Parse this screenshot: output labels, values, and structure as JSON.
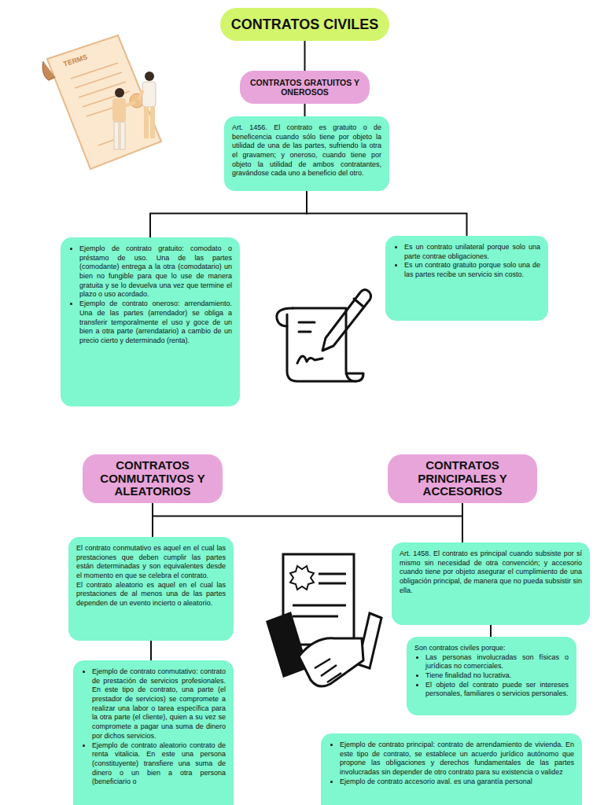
{
  "diagram": {
    "nodes": [
      {
        "text": [
          "CONTRATOS CIVILES"
        ]
      },
      {
        "text": [
          "CONTRATOS GRATUITOS Y ONEROSOS"
        ]
      },
      {
        "text": [
          "Art. 1456. El contrato es gratuito o de beneficencia cuando sólo tiene por objeto la utilidad de una de las partes, sufriendo la otra el gravamen; y oneroso, cuando tiene por objeto la utilidad de ambos contratantes, gravándose cada uno a beneficio del otro."
        ]
      },
      {
        "text": [
          "Ejemplo de contrato gratuito: comodato o préstamo de uso. Una de las partes (comodante) entrega a la otra (comodatario) un bien no fungible para que lo use de manera gratuita y se lo devuelva una vez que termine el plazo o uso acordado.",
          "Ejemplo de contrato oneroso: arrendamiento. Una de las partes (arrendador) se obliga a transferir temporalmente el uso y goce de un bien a otra parte (arrendatario) a cambio de un precio cierto y determinado (renta)."
        ]
      },
      {
        "text": [
          "Es un contrato unilateral porque solo una parte contrae obligaciones.",
          "Es un contrato gratuito porque solo una de las partes recibe un servicio sin costo."
        ]
      },
      {
        "text": [
          "CONTRATOS CONMUTATIVOS Y ALEATORIOS"
        ]
      },
      {
        "text": [
          "CONTRATOS PRINCIPALES Y ACCESORIOS"
        ]
      },
      {
        "text": [
          "El contrato conmutativo es aquel en el cual las prestaciones que deben cumplir las partes están determinadas y son equivalentes desde el momento en que se celebra el contrato.",
          "El contrato aleatorio es aquel en el cual las prestaciones de al menos una de las partes dependen de un evento incierto o aleatorio."
        ]
      },
      {
        "text": [
          "Ejemplo de contrato conmutativo: contrato de prestación de servicios profesionales. En este tipo de contrato, una parte (el prestador de servicios) se compromete a realizar una labor o tarea específica para la otra parte (el cliente), quien a su vez se compromete a pagar una suma de dinero por dichos servicios.",
          "Ejemplo de contrato aleatorio contrato de renta vitalicia. En este una persona (constituyente) transfiere una suma de dinero o un bien a otra persona (beneficiario o"
        ]
      },
      {
        "text": [
          "Art. 1458. El contrato es principal cuando subsiste por sí mismo sin necesidad de otra convención; y accesorio cuando tiene por objeto asegurar el cumplimiento de una obligación principal, de manera que no pueda subsistir sin ella."
        ]
      },
      {
        "text": [
          "Son contratos civiles porque:",
          "Las personas involucradas son físicas o jurídicas no comerciales.",
          "Tiene finalidad no lucrativa.",
          "El objeto del contrato puede ser intereses personales, familiares o servicios personales."
        ]
      },
      {
        "text": [
          "Ejemplo de contrato principal: contrato de arrendamiento de vivienda. En este tipo de contrato, se establece un acuerdo jurídico autónomo que propone las obligaciones y derechos fundamentales de las partes involucradas sin depender de otro contrato para su existencia o validez",
          "Ejemplo de contrato accesorio aval. es una garantía personal"
        ]
      }
    ],
    "edges": [
      {
        "from": 0,
        "to": 1,
        "arrow": "none"
      },
      {
        "from": 1,
        "to": 2,
        "arrow": "none"
      },
      {
        "from": 2,
        "to": 3,
        "arrow": "none"
      },
      {
        "from": 2,
        "to": 4,
        "arrow": "none"
      },
      {
        "from": 5,
        "to": 6,
        "arrow": "none"
      },
      {
        "from": 5,
        "to": 7,
        "arrow": "none"
      },
      {
        "from": 6,
        "to": 9,
        "arrow": "none"
      },
      {
        "from": 7,
        "to": 8,
        "arrow": "none"
      },
      {
        "from": 9,
        "to": 10,
        "arrow": "none"
      }
    ],
    "labels": [
      "TERMS"
    ]
  }
}
